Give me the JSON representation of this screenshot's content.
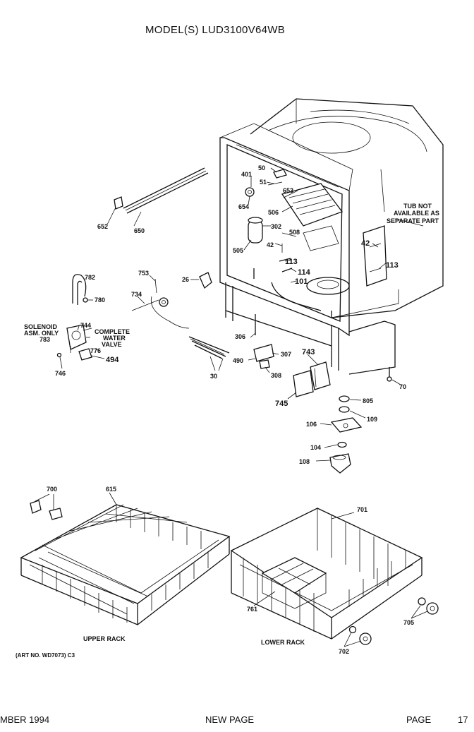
{
  "header": {
    "model_title": "MODEL(S) LUD3100V64WB"
  },
  "callouts": [
    {
      "id": "c50",
      "text": "50"
    },
    {
      "id": "c401",
      "text": "401"
    },
    {
      "id": "c51",
      "text": "51"
    },
    {
      "id": "c653",
      "text": "653"
    },
    {
      "id": "c654",
      "text": "654"
    },
    {
      "id": "c506",
      "text": "506"
    },
    {
      "id": "c302",
      "text": "302"
    },
    {
      "id": "c508",
      "text": "508"
    },
    {
      "id": "c42a",
      "text": "42"
    },
    {
      "id": "c505",
      "text": "505"
    },
    {
      "id": "c113a",
      "text": "113"
    },
    {
      "id": "c114",
      "text": "114"
    },
    {
      "id": "c101",
      "text": "101"
    },
    {
      "id": "c42b",
      "text": "42"
    },
    {
      "id": "c113b",
      "text": "113"
    },
    {
      "id": "c652",
      "text": "652"
    },
    {
      "id": "c650",
      "text": "650"
    },
    {
      "id": "c782",
      "text": "782"
    },
    {
      "id": "c780",
      "text": "780"
    },
    {
      "id": "c753",
      "text": "753"
    },
    {
      "id": "c26",
      "text": "26"
    },
    {
      "id": "c734",
      "text": "734"
    },
    {
      "id": "c744",
      "text": "744"
    },
    {
      "id": "c783",
      "text": "783"
    },
    {
      "id": "c776",
      "text": "776"
    },
    {
      "id": "c494",
      "text": "494"
    },
    {
      "id": "c746",
      "text": "746"
    },
    {
      "id": "c30",
      "text": "30"
    },
    {
      "id": "c306a",
      "text": "306"
    },
    {
      "id": "c307",
      "text": "307"
    },
    {
      "id": "c490",
      "text": "490"
    },
    {
      "id": "c308",
      "text": "308"
    },
    {
      "id": "c743",
      "text": "743"
    },
    {
      "id": "c745",
      "text": "745"
    },
    {
      "id": "c70",
      "text": "70"
    },
    {
      "id": "c805",
      "text": "805"
    },
    {
      "id": "c109",
      "text": "109"
    },
    {
      "id": "c106",
      "text": "106"
    },
    {
      "id": "c104",
      "text": "104"
    },
    {
      "id": "c108",
      "text": "108"
    },
    {
      "id": "c700",
      "text": "700"
    },
    {
      "id": "c615",
      "text": "615"
    },
    {
      "id": "c701",
      "text": "701"
    },
    {
      "id": "c761",
      "text": "761"
    },
    {
      "id": "c705",
      "text": "705"
    },
    {
      "id": "c702",
      "text": "702"
    }
  ],
  "notes": {
    "solenoid_line1": "SOLENOID",
    "solenoid_line2": "ASM. ONLY",
    "valve_line1": "COMPLETE",
    "valve_line2": "WATER",
    "valve_line3": "VALVE",
    "tub_line1": "TUB NOT",
    "tub_line2": "AVAILABLE AS",
    "tub_line3": "SEPARATE PART"
  },
  "captions": {
    "upper_rack": "UPPER RACK",
    "lower_rack": "LOWER RACK",
    "art_no": "(ART NO. WD7073) C3"
  },
  "footer": {
    "date": "MBER 1994",
    "new_page": "NEW PAGE",
    "page_label": "PAGE",
    "page_number": "17"
  }
}
